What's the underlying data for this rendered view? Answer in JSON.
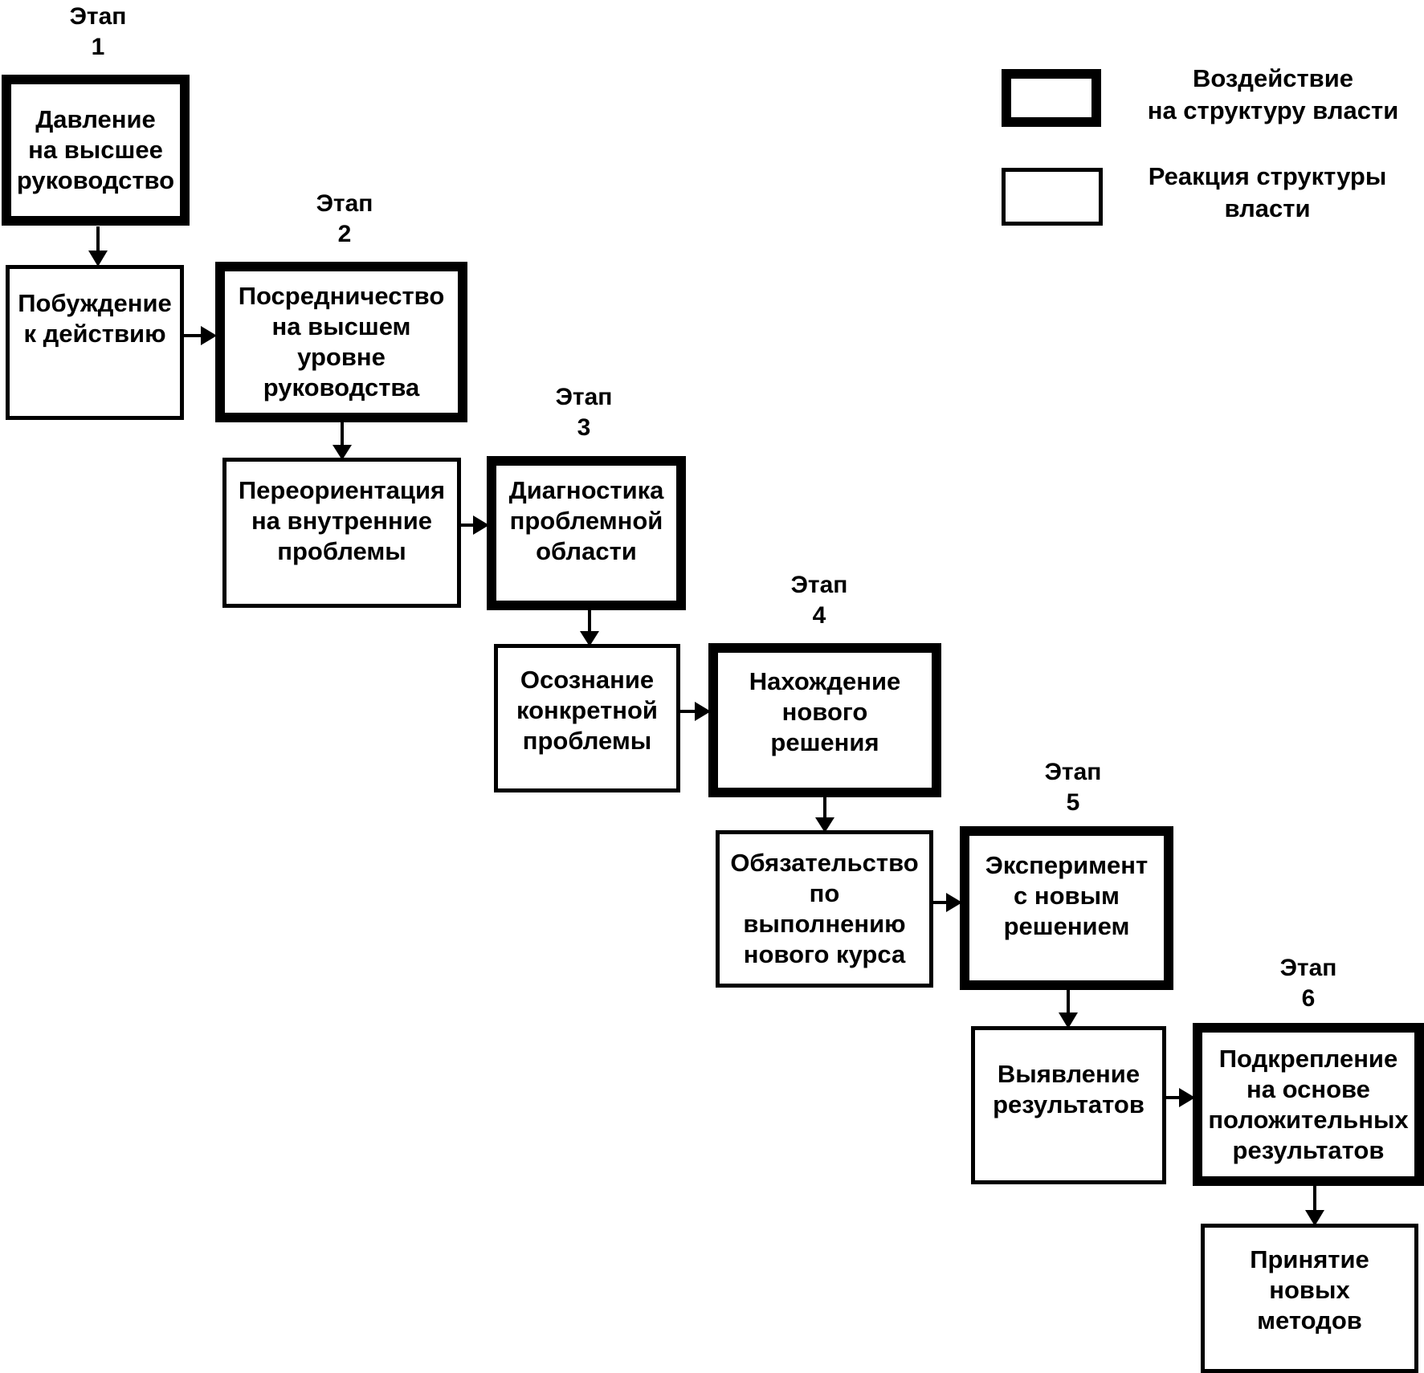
{
  "stage_labels": {
    "s1": "Этап\n1",
    "s2": "Этап\n2",
    "s3": "Этап\n3",
    "s4": "Этап\n4",
    "s5": "Этап\n5",
    "s6": "Этап\n6"
  },
  "legend": {
    "influence": "Воздействие\nна структуру власти",
    "reaction": "Реакция структуры\nвласти"
  },
  "boxes": {
    "pressure": "Давление\nна высшее\nруководство",
    "motivation": "Побуждение\nк действию",
    "mediation": "Посредничество\nна высшем\nуровне\nруководства",
    "reorientation": "Переориентация\nна внутренние\nпроблемы",
    "diagnostics": "Диагностика\nпроблемной\nобласти",
    "awareness": "Осознание\nконкретной\nпроблемы",
    "finding": "Нахождение\nнового\nрешения",
    "commitment": "Обязательство\nпо\nвыполнению\nнового курса",
    "experiment": "Эксперимент\nс новым\nрешением",
    "results": "Выявление\nрезультатов",
    "reinforcement": "Подкрепление\nна основе\nположительных\nрезультатов",
    "adoption": "Принятие\nновых\nметодов"
  }
}
